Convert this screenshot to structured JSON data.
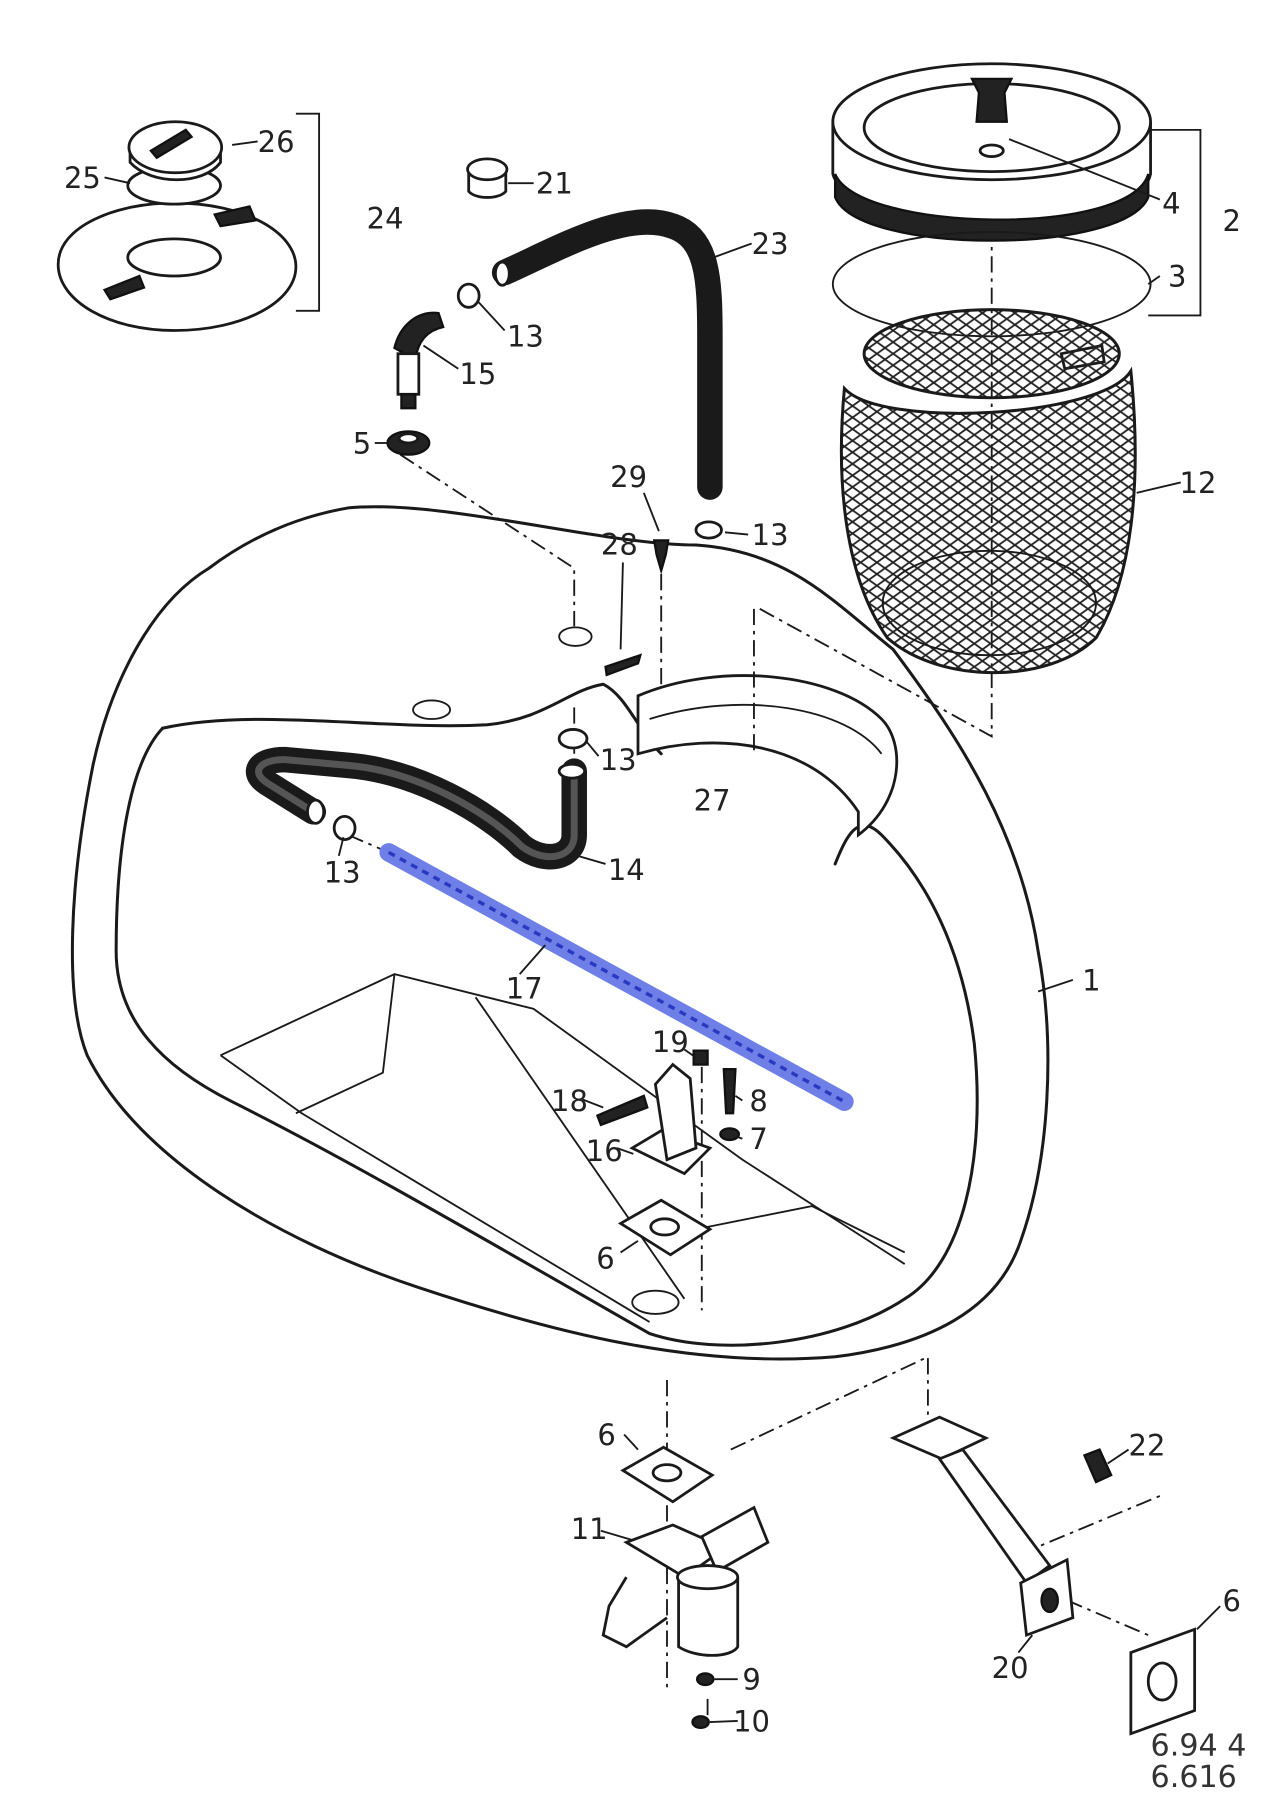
{
  "title": "Exploded parts diagram - fuel tank assembly",
  "highlight_color": "#6f7fe8",
  "highlighted_part": "17",
  "labels": {
    "p1": "1",
    "p2": "2",
    "p3": "3",
    "p4": "4",
    "p5": "5",
    "p6a": "6",
    "p6b": "6",
    "p6c": "6",
    "p7": "7",
    "p8": "8",
    "p9": "9",
    "p10": "10",
    "p11": "11",
    "p12": "12",
    "p13a": "13",
    "p13b": "13",
    "p13c": "13",
    "p13d": "13",
    "p14": "14",
    "p15": "15",
    "p16": "16",
    "p17": "17",
    "p18": "18",
    "p19": "19",
    "p20": "20",
    "p21": "21",
    "p22": "22",
    "p23": "23",
    "p24": "24",
    "p25": "25",
    "p26": "26",
    "p27": "27",
    "p28": "28",
    "p29": "29"
  },
  "reference_codes": [
    "6.94 4",
    "6.616"
  ]
}
